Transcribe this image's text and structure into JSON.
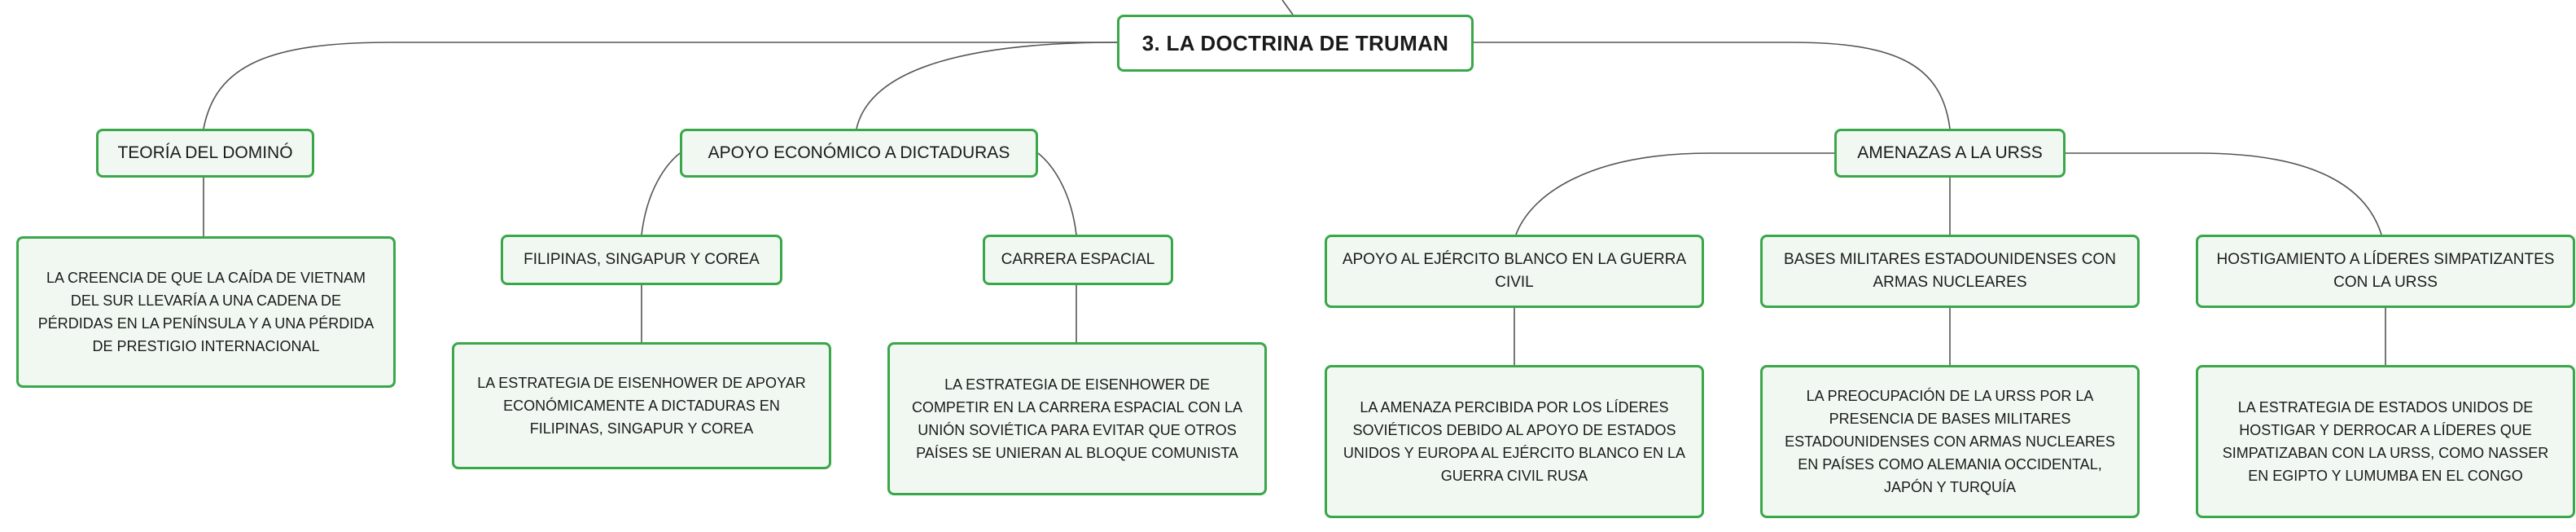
{
  "colors": {
    "border": "#3aa74a",
    "fill": "#f1f8f1",
    "line": "#555555"
  },
  "root": {
    "label": "3. LA DOCTRINA DE TRUMAN"
  },
  "branches": [
    {
      "label": "TEORÍA DEL DOMINÓ",
      "desc": "LA CREENCIA DE QUE LA CAÍDA DE VIETNAM DEL SUR LLEVARÍA A UNA CADENA DE PÉRDIDAS EN LA PENÍNSULA Y A UNA PÉRDIDA DE PRESTIGIO INTERNACIONAL"
    },
    {
      "label": "APOYO ECONÓMICO A DICTADURAS",
      "children": [
        {
          "label": "FILIPINAS, SINGAPUR Y COREA",
          "desc": "LA ESTRATEGIA DE EISENHOWER DE APOYAR ECONÓMICAMENTE A DICTADURAS EN FILIPINAS, SINGAPUR Y COREA"
        },
        {
          "label": "CARRERA ESPACIAL",
          "desc": "LA ESTRATEGIA DE EISENHOWER DE COMPETIR EN LA CARRERA ESPACIAL CON LA UNIÓN SOVIÉTICA PARA EVITAR QUE OTROS PAÍSES SE UNIERAN AL BLOQUE COMUNISTA"
        }
      ]
    },
    {
      "label": "AMENAZAS A LA URSS",
      "children": [
        {
          "label": "APOYO AL EJÉRCITO BLANCO EN LA GUERRA CIVIL",
          "desc": "LA AMENAZA PERCIBIDA POR LOS LÍDERES SOVIÉTICOS DEBIDO AL APOYO DE ESTADOS UNIDOS Y EUROPA AL EJÉRCITO BLANCO EN LA GUERRA CIVIL RUSA"
        },
        {
          "label": "BASES MILITARES ESTADOUNIDENSES CON ARMAS NUCLEARES",
          "desc": "LA PREOCUPACIÓN DE LA URSS POR LA PRESENCIA DE BASES MILITARES ESTADOUNIDENSES CON ARMAS NUCLEARES EN PAÍSES COMO ALEMANIA OCCIDENTAL, JAPÓN Y TURQUÍA"
        },
        {
          "label": "HOSTIGAMIENTO A LÍDERES SIMPATIZANTES CON LA URSS",
          "desc": "LA ESTRATEGIA DE ESTADOS UNIDOS DE HOSTIGAR Y DERROCAR A LÍDERES QUE SIMPATIZABAN CON LA URSS, COMO NASSER EN EGIPTO Y LUMUMBA EN EL CONGO"
        }
      ]
    }
  ]
}
